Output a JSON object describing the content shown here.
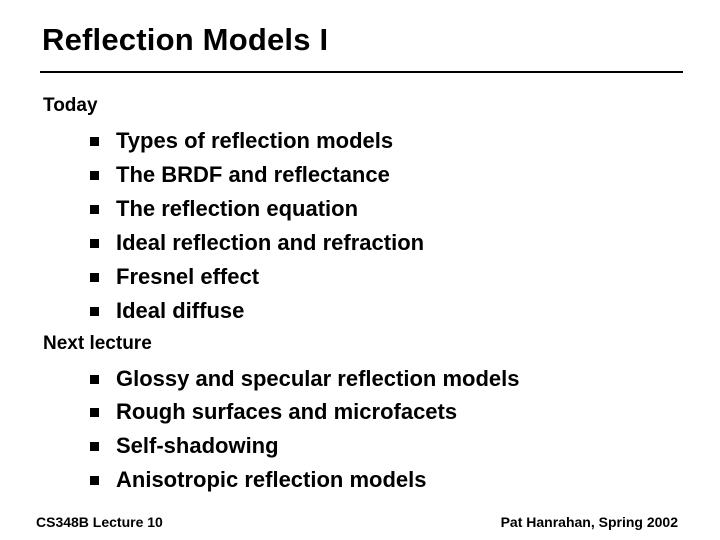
{
  "title": "Reflection Models I",
  "sections": [
    {
      "heading": "Today",
      "items": [
        "Types of reflection models",
        "The BRDF and reflectance",
        "The reflection equation",
        "Ideal reflection and refraction",
        "Fresnel effect",
        "Ideal diffuse"
      ]
    },
    {
      "heading": "Next lecture",
      "items": [
        "Glossy and specular reflection models",
        "Rough surfaces and microfacets",
        "Self-shadowing",
        "Anisotropic reflection models"
      ]
    }
  ],
  "footer": {
    "left": "CS348B Lecture 10",
    "right": "Pat Hanrahan, Spring 2002"
  }
}
